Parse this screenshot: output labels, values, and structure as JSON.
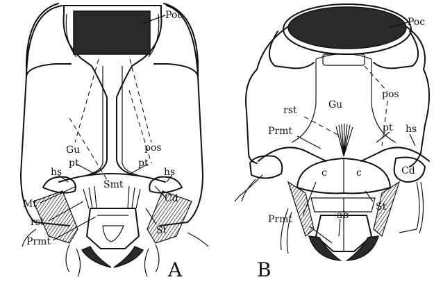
{
  "figure": {
    "panels": [
      {
        "id": "A",
        "letter": "A",
        "labels": {
          "poc": "Poc",
          "gu": "Gu",
          "pos": "pos",
          "pt_left": "pt",
          "pt_right": "pt",
          "hs_left": "hs",
          "hs_right": "hs",
          "smt": "Smt",
          "cd": "Cd",
          "mt": "Mt",
          "rst": "rst",
          "prmt": "Prmt",
          "st": "St"
        }
      },
      {
        "id": "B",
        "letter": "B",
        "labels": {
          "poc": "Poc",
          "gu": "Gu",
          "pos": "pos",
          "rst": "rst",
          "prmt_upper": "Prmt",
          "pt": "pt",
          "hs": "hs",
          "c_left": "c",
          "c_right": "c",
          "cd": "Cd",
          "st": "St",
          "prmt_lower": "Prmt",
          "ab": "ab"
        }
      }
    ]
  }
}
